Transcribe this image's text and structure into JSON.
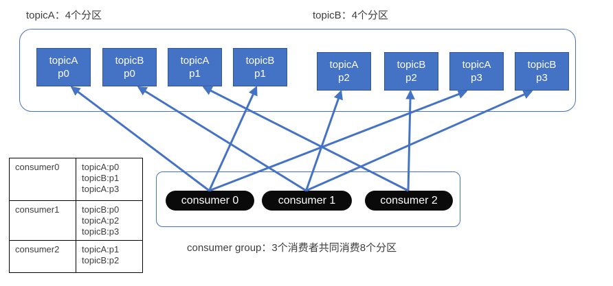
{
  "titles": {
    "topic_a": "topicA：4个分区",
    "topic_b": "topicB：4个分区"
  },
  "partitions": [
    {
      "topic": "topicA",
      "partition": "p0"
    },
    {
      "topic": "topicB",
      "partition": "p0"
    },
    {
      "topic": "topicA",
      "partition": "p1"
    },
    {
      "topic": "topicB",
      "partition": "p1"
    },
    {
      "topic": "topicA",
      "partition": "p2"
    },
    {
      "topic": "topicB",
      "partition": "p2"
    },
    {
      "topic": "topicA",
      "partition": "p3"
    },
    {
      "topic": "topicB",
      "partition": "p3"
    }
  ],
  "consumers": [
    {
      "label": "consumer 0"
    },
    {
      "label": "consumer 1"
    },
    {
      "label": "consumer 2"
    }
  ],
  "consumer_group_caption": "consumer group：3个消费者共同消费8个分区",
  "assignment_table": {
    "rows": [
      {
        "consumer": "consumer0",
        "assignments": [
          "topicA:p0",
          "topicB:p1",
          "topicA:p3"
        ]
      },
      {
        "consumer": "consumer1",
        "assignments": [
          "topicB:p0",
          "topicA:p2",
          "topicB:p3"
        ]
      },
      {
        "consumer": "consumer2",
        "assignments": [
          "topicA:p1",
          "topicB:p2"
        ]
      }
    ]
  },
  "arrows": [
    {
      "from_consumer": 0,
      "to_partition": 0
    },
    {
      "from_consumer": 0,
      "to_partition": 3
    },
    {
      "from_consumer": 0,
      "to_partition": 6
    },
    {
      "from_consumer": 1,
      "to_partition": 1
    },
    {
      "from_consumer": 1,
      "to_partition": 4
    },
    {
      "from_consumer": 1,
      "to_partition": 7
    },
    {
      "from_consumer": 2,
      "to_partition": 2
    },
    {
      "from_consumer": 2,
      "to_partition": 5
    }
  ],
  "colors": {
    "background": "#ffffff",
    "partition_fill": "#4472C4",
    "partition_border": "#2F5496",
    "container_border": "#4472C4",
    "arrow": "#4472C4",
    "consumer_pill_bg": "#0a0a0a",
    "consumer_pill_text": "#ffffff",
    "table_border": "#000000",
    "text": "#3d3d3d"
  }
}
